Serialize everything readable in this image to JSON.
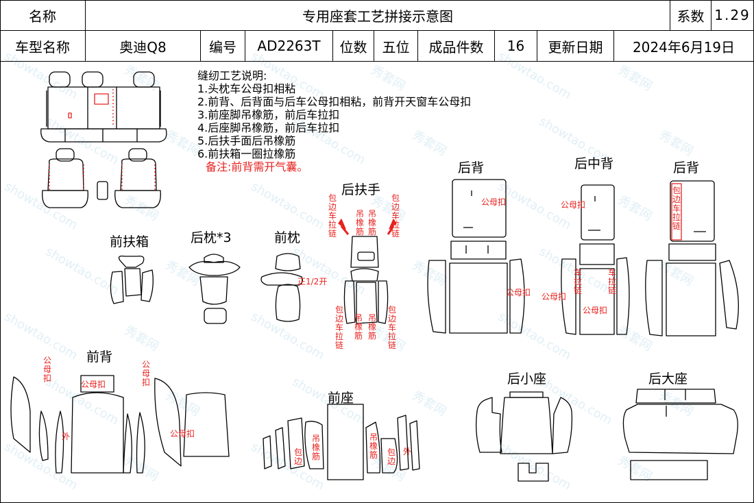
{
  "header": {
    "name_label": "名称",
    "title": "专用座套工艺拼接示意图",
    "coef_label": "系数",
    "coef_value": "1.29",
    "model_label": "车型名称",
    "model_value": "奥迪Q8",
    "code_label": "编号",
    "code_value": "AD2263T",
    "seats_label": "位数",
    "seats_value": "五位",
    "pieces_label": "成品件数",
    "pieces_value": "16",
    "date_label": "更新日期",
    "date_value": "2024年6月19日"
  },
  "notes": {
    "title": "缝纫工艺说明:",
    "items": [
      "1.头枕车公母扣相粘",
      "2.前背、后背面与后车公母扣相粘，前背开天窗车公母扣",
      "3.前座脚吊橡筋，前后车拉扣",
      "4.后座脚吊橡筋，前后车拉扣",
      "5.后扶手面后吊橡筋",
      "6.前扶箱一圈拉橡筋"
    ],
    "remark": "备注:前背需开气囊。"
  },
  "sections": {
    "front_box": "前扶箱",
    "rear_pillow": "后枕*3",
    "front_pillow": "前枕",
    "rear_armrest": "后扶手",
    "rear_back_left": "后背",
    "rear_mid_back": "后中背",
    "rear_back_right": "后背",
    "front_back": "前背",
    "front_seat": "前座",
    "rear_small_seat": "后小座",
    "rear_big_seat": "后大座"
  },
  "annotations": {
    "zip_binding": "包边车拉链",
    "elastic": "吊橡筋",
    "snap": "公母扣",
    "front_slit": "正1/2开",
    "vertical_zip": "车拉链",
    "binding": "包边",
    "outer": "外"
  },
  "watermark": {
    "site": "showtao.com",
    "cn": "秀套网"
  }
}
